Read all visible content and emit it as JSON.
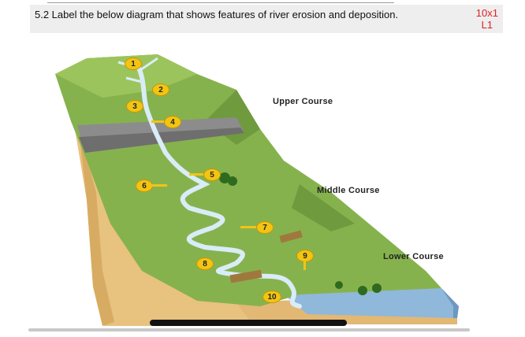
{
  "question": {
    "text": "5.2 Label the below diagram that shows features of river erosion and deposition.",
    "marks": "10x1",
    "level": "L1"
  },
  "diagram": {
    "course_labels": [
      "Upper Course",
      "Middle Course",
      "Lower Course"
    ],
    "markers": [
      "1",
      "2",
      "3",
      "4",
      "5",
      "6",
      "7",
      "8",
      "9",
      "10"
    ],
    "colors": {
      "land": "#86b24e",
      "land_dark": "#5f8a36",
      "rock": "#8c8c8c",
      "river": "#d9ecf7",
      "sea": "#8fb8da",
      "soil": "#e6c07a",
      "marker": "#f2c414"
    }
  }
}
